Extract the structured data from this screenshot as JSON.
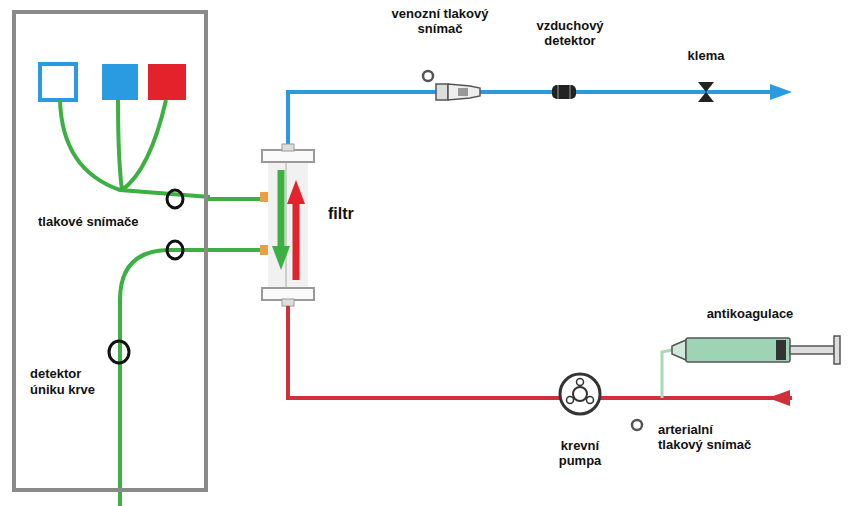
{
  "diagram": {
    "nodes": [
      {
        "text": [
          "tlakové snímače",
          "detektor úniku krve"
        ]
      },
      {
        "text": [
          "filtr"
        ]
      }
    ],
    "edges": [
      {
        "from": 0,
        "to": 1,
        "arrow": "none"
      },
      {
        "from": 0,
        "to": 1,
        "arrow": "none"
      }
    ],
    "labels": [
      "venozní tlakový snímač",
      "vzduchový detektor",
      "klema",
      "antikoagulace",
      "krevní pumpa",
      "arterialní tlakový snímač"
    ]
  }
}
